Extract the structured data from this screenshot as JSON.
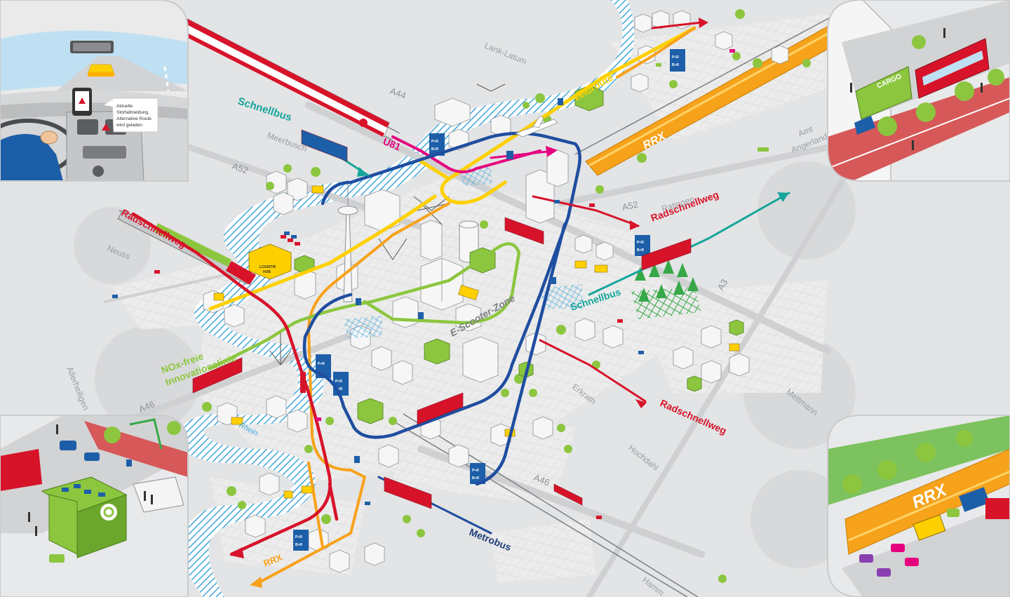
{
  "colors": {
    "red": "#d7132a",
    "blue": "#1d5ea8",
    "navy": "#1f3e7a",
    "teal": "#14a59a",
    "green": "#8cc63f",
    "yellow": "#ffd000",
    "orange": "#f7a21b",
    "magenta": "#e5007e",
    "hatch": "#3fa6d9",
    "ground": "#e3e4e5",
    "road": "#c8cacc"
  },
  "routes": {
    "schnellbus_top": "Schnellbus",
    "schnellbus_mid": "Schnellbus",
    "u81": "U81",
    "veloroute": "Veloroute",
    "rrx_train": "RRX",
    "rrx_bottom": "RRX",
    "radschnellweg_left": "Radschnellweg",
    "radschnellweg_ne": "Radschnellweg",
    "radschnellweg_se": "Radschnellweg",
    "escooter": "E-Scooter-Zone",
    "nox_line1": "NOx-freie",
    "nox_line2": "Innovationslinie",
    "metrobus": "Metrobus",
    "rrx_inset": "RRX",
    "cargo": "CARGO"
  },
  "highways": {
    "a44": "A44",
    "a52_left": "A52",
    "a52_right": "A52",
    "a46_left": "A46",
    "a46_right": "A46",
    "a3": "A3"
  },
  "places": {
    "lank_latum": "Lank-Latum",
    "meerbusch": "Meerbusch",
    "neuss": "Neuss",
    "allerheiligen": "Allerheiligen",
    "ratingen": "Ratingen",
    "amt_angerland_1": "Amt",
    "amt_angerland_2": "Angerland",
    "erkrath": "Erkrath",
    "mettmann": "Mettmann",
    "hochdahl": "Hochdahl",
    "hamm": "Hamm",
    "rhein": "Rhein"
  },
  "badges": {
    "pr": "P+R",
    "br": "B+R",
    "logistik_1": "LOGISTIK",
    "logistik_2": "HUB"
  },
  "car_popup": {
    "line1": "Aktuelle",
    "line2": "Störfallmeldung.",
    "line3": "Alternative Route",
    "line4": "wird geladen."
  }
}
